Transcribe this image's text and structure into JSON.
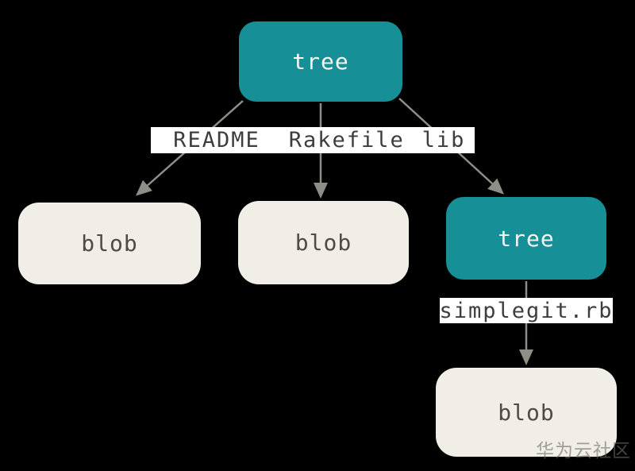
{
  "diagram": {
    "title_hint": "git tree and blob objects diagram",
    "nodes": {
      "root_tree": {
        "label": "tree",
        "type": "tree"
      },
      "blob_readme": {
        "label": "blob",
        "type": "blob"
      },
      "blob_rakefile": {
        "label": "blob",
        "type": "blob"
      },
      "lib_tree": {
        "label": "tree",
        "type": "tree"
      },
      "blob_simplegit": {
        "label": "blob",
        "type": "blob"
      }
    },
    "edge_labels": {
      "readme": "README",
      "rakefile": "Rakefile",
      "lib": "lib",
      "simplegit": "simplegit.rb"
    },
    "edges": [
      {
        "from": "root_tree",
        "to": "blob_readme",
        "label": "README"
      },
      {
        "from": "root_tree",
        "to": "blob_rakefile",
        "label": "Rakefile"
      },
      {
        "from": "root_tree",
        "to": "lib_tree",
        "label": "lib"
      },
      {
        "from": "lib_tree",
        "to": "blob_simplegit",
        "label": "simplegit.rb"
      }
    ]
  },
  "colors": {
    "background": "#000000",
    "tree_fill": "#178f97",
    "tree_text": "#f7f7f5",
    "blob_fill": "#f0eee6",
    "blob_text": "#4e4b46",
    "label_bg": "#ffffff",
    "label_text": "#3d3d3d",
    "arrow": "#8f8d87"
  },
  "watermark": {
    "text": "华为云社区"
  }
}
